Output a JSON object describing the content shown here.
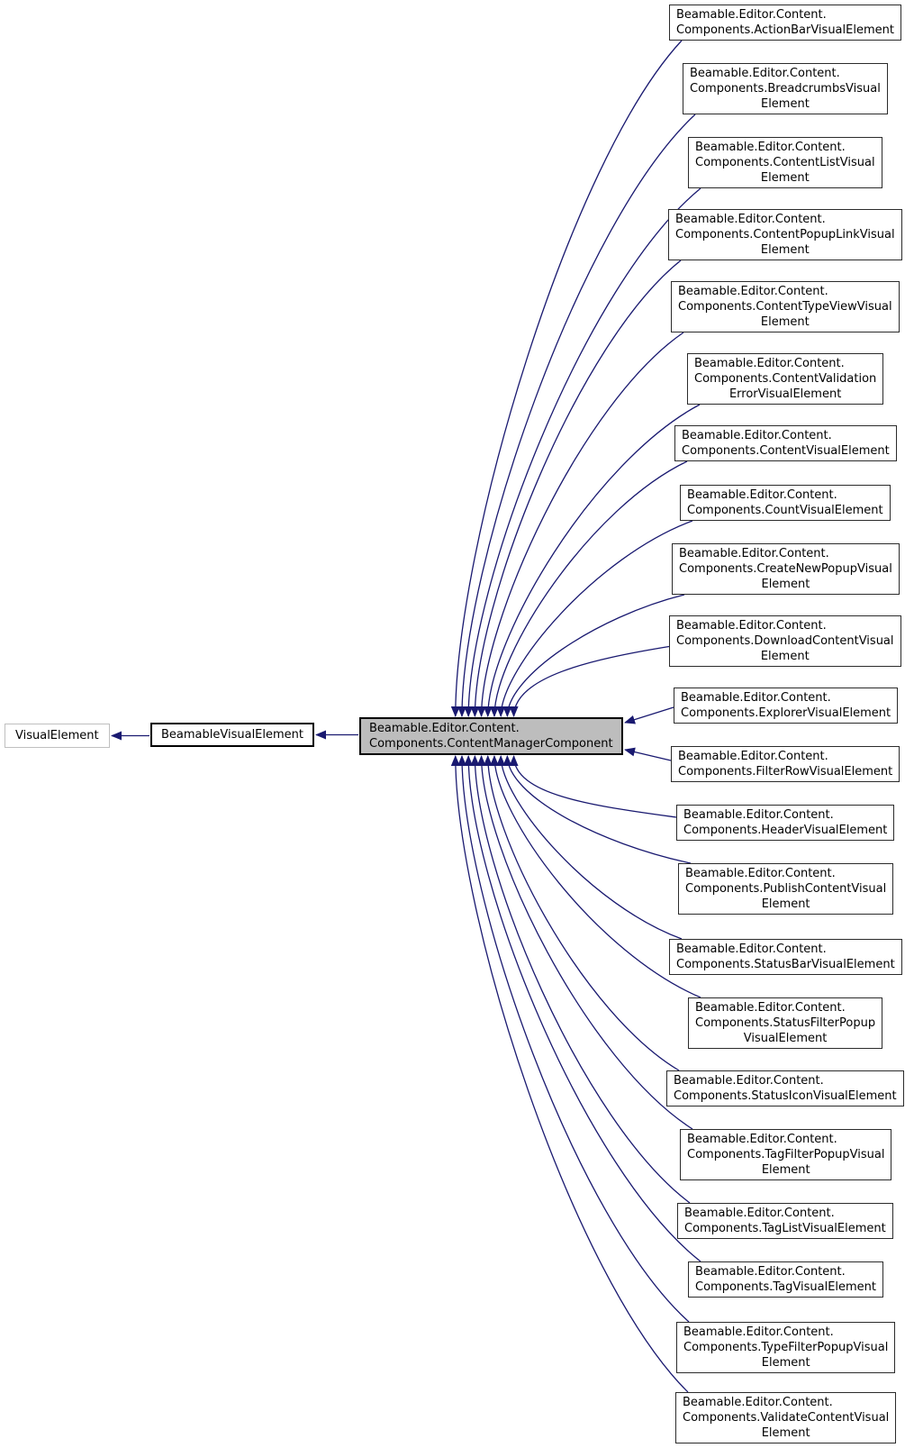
{
  "diagram": {
    "type": "class-inheritance-graph",
    "colors": {
      "background": "#ffffff",
      "edge": "#191970",
      "node_fill": "#ffffff",
      "node_border": "#2b2b2b",
      "external_node_border": "#bfbfbf",
      "current_node_fill": "#bdbdbd",
      "current_node_border": "#000000",
      "text": "#000000"
    },
    "ancestors": [
      {
        "id": "visual-element",
        "lines": [
          "VisualElement"
        ]
      },
      {
        "id": "beamable-visual-element",
        "lines": [
          "BeamableVisualElement"
        ]
      }
    ],
    "center": {
      "id": "content-manager-component",
      "lines": [
        "Beamable.Editor.Content.",
        "Components.ContentManagerComponent"
      ]
    },
    "derived": [
      {
        "id": "action-bar-visual-element",
        "lines": [
          "Beamable.Editor.Content.",
          "Components.ActionBarVisualElement"
        ]
      },
      {
        "id": "breadcrumbs-visual-element",
        "lines": [
          "Beamable.Editor.Content.",
          "Components.BreadcrumbsVisual",
          "Element"
        ]
      },
      {
        "id": "content-list-visual-element",
        "lines": [
          "Beamable.Editor.Content.",
          "Components.ContentListVisual",
          "Element"
        ]
      },
      {
        "id": "content-popup-link-visual-element",
        "lines": [
          "Beamable.Editor.Content.",
          "Components.ContentPopupLinkVisual",
          "Element"
        ]
      },
      {
        "id": "content-type-view-visual-element",
        "lines": [
          "Beamable.Editor.Content.",
          "Components.ContentTypeViewVisual",
          "Element"
        ]
      },
      {
        "id": "content-validation-error-visual-element",
        "lines": [
          "Beamable.Editor.Content.",
          "Components.ContentValidation",
          "ErrorVisualElement"
        ]
      },
      {
        "id": "content-visual-element",
        "lines": [
          "Beamable.Editor.Content.",
          "Components.ContentVisualElement"
        ]
      },
      {
        "id": "count-visual-element",
        "lines": [
          "Beamable.Editor.Content.",
          "Components.CountVisualElement"
        ]
      },
      {
        "id": "create-new-popup-visual-element",
        "lines": [
          "Beamable.Editor.Content.",
          "Components.CreateNewPopupVisual",
          "Element"
        ]
      },
      {
        "id": "download-content-visual-element",
        "lines": [
          "Beamable.Editor.Content.",
          "Components.DownloadContentVisual",
          "Element"
        ]
      },
      {
        "id": "explorer-visual-element",
        "lines": [
          "Beamable.Editor.Content.",
          "Components.ExplorerVisualElement"
        ]
      },
      {
        "id": "filter-row-visual-element",
        "lines": [
          "Beamable.Editor.Content.",
          "Components.FilterRowVisualElement"
        ]
      },
      {
        "id": "header-visual-element",
        "lines": [
          "Beamable.Editor.Content.",
          "Components.HeaderVisualElement"
        ]
      },
      {
        "id": "publish-content-visual-element",
        "lines": [
          "Beamable.Editor.Content.",
          "Components.PublishContentVisual",
          "Element"
        ]
      },
      {
        "id": "status-bar-visual-element",
        "lines": [
          "Beamable.Editor.Content.",
          "Components.StatusBarVisualElement"
        ]
      },
      {
        "id": "status-filter-popup-visual-element",
        "lines": [
          "Beamable.Editor.Content.",
          "Components.StatusFilterPopup",
          "VisualElement"
        ]
      },
      {
        "id": "status-icon-visual-element",
        "lines": [
          "Beamable.Editor.Content.",
          "Components.StatusIconVisualElement"
        ]
      },
      {
        "id": "tag-filter-popup-visual-element",
        "lines": [
          "Beamable.Editor.Content.",
          "Components.TagFilterPopupVisual",
          "Element"
        ]
      },
      {
        "id": "tag-list-visual-element",
        "lines": [
          "Beamable.Editor.Content.",
          "Components.TagListVisualElement"
        ]
      },
      {
        "id": "tag-visual-element",
        "lines": [
          "Beamable.Editor.Content.",
          "Components.TagVisualElement"
        ]
      },
      {
        "id": "type-filter-popup-visual-element",
        "lines": [
          "Beamable.Editor.Content.",
          "Components.TypeFilterPopupVisual",
          "Element"
        ]
      },
      {
        "id": "validate-content-visual-element",
        "lines": [
          "Beamable.Editor.Content.",
          "Components.ValidateContentVisual",
          "Element"
        ]
      }
    ]
  }
}
